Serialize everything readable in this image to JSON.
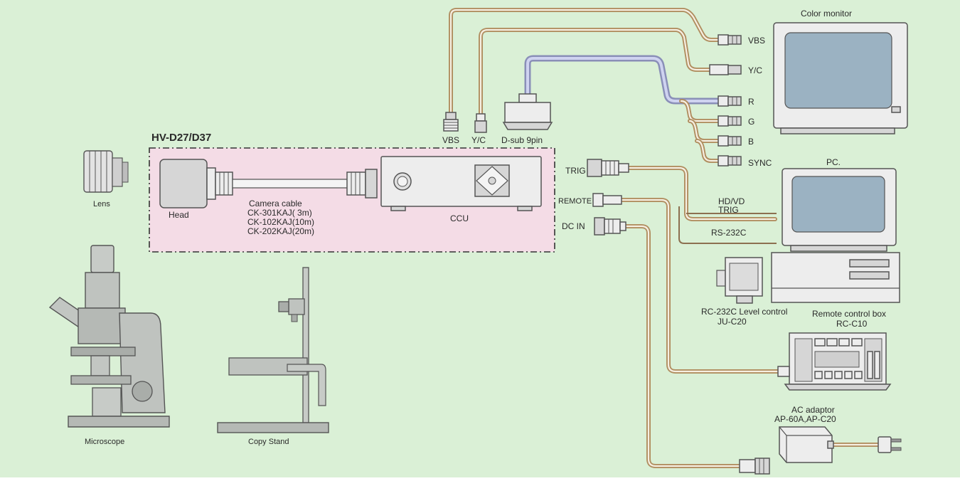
{
  "system": {
    "title": "HV-D27/D37",
    "head": "Head",
    "ccu": "CCU",
    "cable": {
      "title": "Camera cable",
      "models": [
        "CK-301KAJ( 3m)",
        "CK-102KAJ(10m)",
        "CK-202KAJ(20m)"
      ]
    }
  },
  "accessories": {
    "lens": "Lens",
    "microscope": "Microscope",
    "copy_stand": "Copy Stand"
  },
  "ccu_outputs": {
    "vbs": "VBS",
    "yc": "Y/C",
    "dsub": "D-sub 9pin"
  },
  "ccu_inputs": {
    "trig": "TRIG",
    "remote": "REMOTE",
    "dc_in": "DC IN"
  },
  "monitor": {
    "title": "Color monitor",
    "inputs": [
      "VBS",
      "Y/C",
      "R",
      "G",
      "B",
      "SYNC"
    ]
  },
  "pc": {
    "title": "PC.",
    "signals": [
      "HD/VD",
      "TRIG"
    ],
    "serial": "RS-232C"
  },
  "level_control": {
    "name": "RC-232C Level control",
    "model": "JU-C20"
  },
  "remote_box": {
    "name": "Remote control box",
    "model": "RC-C10"
  },
  "ac_adaptor": {
    "name": "AC adaptor",
    "model": "AP-60A,AP-C20"
  },
  "colors": {
    "background": "#daf0d6",
    "system_box": "#f4dce6",
    "cable": "#b08e60",
    "dsub_cable": "#8a8fb8"
  }
}
